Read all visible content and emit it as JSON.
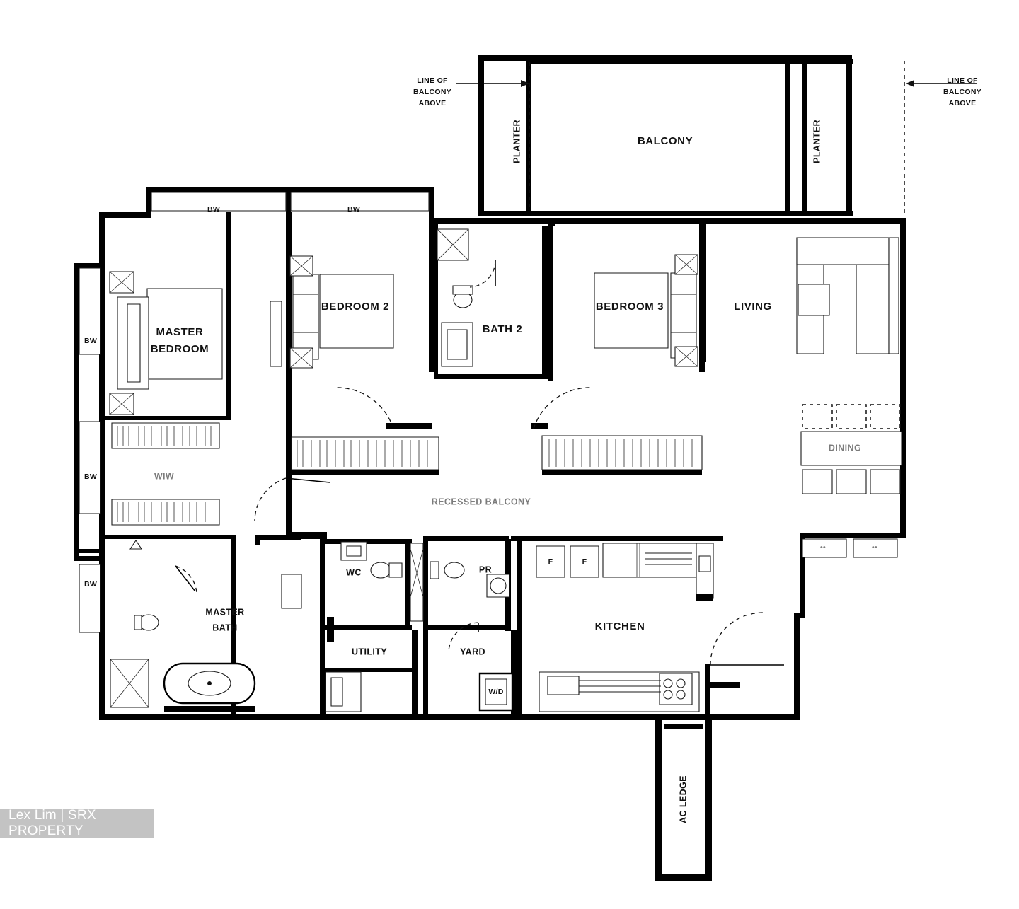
{
  "document": {
    "type": "residential-floor-plan",
    "watermark": "Lex Lim | SRX PROPERTY"
  },
  "annotations": {
    "line_of_balcony_above_left": "LINE OF\nBALCONY\nABOVE",
    "line_of_balcony_above_left_l1": "LINE OF",
    "line_of_balcony_above_left_l2": "BALCONY",
    "line_of_balcony_above_left_l3": "ABOVE",
    "line_of_balcony_above_right_l1": "LINE OF",
    "line_of_balcony_above_right_l2": "BALCONY",
    "line_of_balcony_above_right_l3": "ABOVE"
  },
  "rooms": {
    "balcony": "BALCONY",
    "planter_left": "PLANTER",
    "planter_right": "PLANTER",
    "master_bedroom_l1": "MASTER",
    "master_bedroom_l2": "BEDROOM",
    "bedroom_2": "BEDROOM 2",
    "bedroom_3": "BEDROOM 3",
    "living": "LIVING",
    "dining": "DINING",
    "bath_2": "BATH 2",
    "master_bath_l1": "MASTER",
    "master_bath_l2": "BATH",
    "wiw": "WIW",
    "wc": "WC",
    "pr": "PR",
    "utility": "UTILITY",
    "yard": "YARD",
    "kitchen": "KITCHEN",
    "recessed_balcony": "RECESSED BALCONY",
    "ac_ledge": "AC LEDGE"
  },
  "fixture_labels": {
    "bay_window": "BW",
    "bay_window_top_left": "BW",
    "bay_window_top_right": "BW",
    "bay_window_side_1": "BW",
    "bay_window_side_2": "BW",
    "bay_window_side_3": "BW",
    "fridge_1": "F",
    "fridge_2": "F",
    "washer_dryer": "W/D"
  },
  "colors": {
    "ink": "#111111",
    "paper": "#ffffff",
    "watermark_bg": "#c3c3c3",
    "watermark_text": "#ffffff"
  }
}
